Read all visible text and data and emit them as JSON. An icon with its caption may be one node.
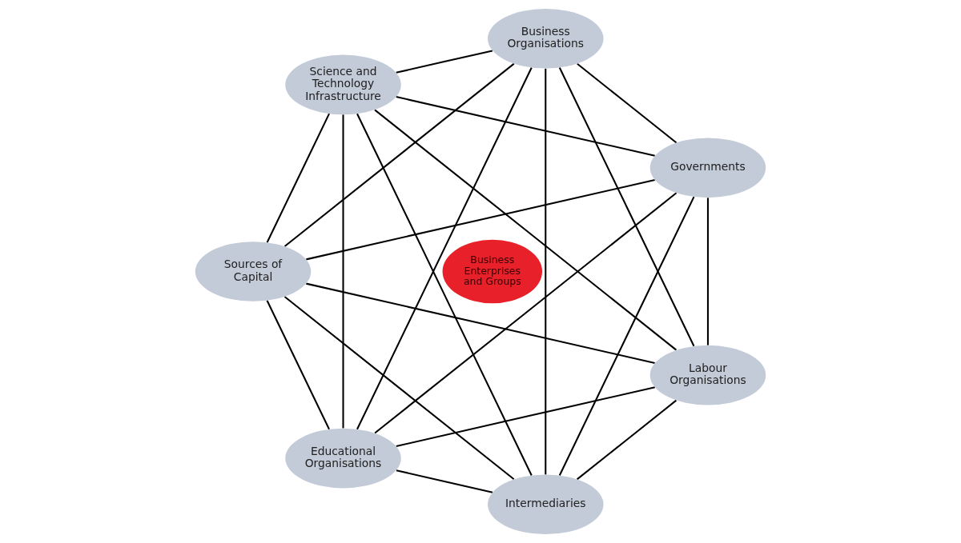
{
  "diagram": {
    "nodes": [
      {
        "text": [
          "Governments"
        ]
      },
      {
        "text": [
          "Business Organisations"
        ]
      },
      {
        "text": [
          "Science and Technology Infrastructure"
        ]
      },
      {
        "text": [
          "Sources of Capital"
        ]
      },
      {
        "text": [
          "Business Enterprises and Groups"
        ]
      },
      {
        "text": [
          "Educational Organisations"
        ]
      },
      {
        "text": [
          "Intermediaries"
        ]
      },
      {
        "text": [
          "Labour Organisations"
        ]
      }
    ],
    "edges": [
      {
        "from": 0,
        "to": 1,
        "arrow": "none"
      },
      {
        "from": 0,
        "to": 2,
        "arrow": "none"
      },
      {
        "from": 0,
        "to": 3,
        "arrow": "none"
      },
      {
        "from": 0,
        "to": 5,
        "arrow": "none"
      },
      {
        "from": 0,
        "to": 6,
        "arrow": "none"
      },
      {
        "from": 0,
        "to": 7,
        "arrow": "none"
      },
      {
        "from": 1,
        "to": 2,
        "arrow": "none"
      },
      {
        "from": 1,
        "to": 3,
        "arrow": "none"
      },
      {
        "from": 1,
        "to": 5,
        "arrow": "none"
      },
      {
        "from": 1,
        "to": 6,
        "arrow": "none"
      },
      {
        "from": 1,
        "to": 7,
        "arrow": "none"
      },
      {
        "from": 2,
        "to": 3,
        "arrow": "none"
      },
      {
        "from": 2,
        "to": 5,
        "arrow": "none"
      },
      {
        "from": 2,
        "to": 6,
        "arrow": "none"
      },
      {
        "from": 2,
        "to": 7,
        "arrow": "none"
      },
      {
        "from": 3,
        "to": 5,
        "arrow": "none"
      },
      {
        "from": 3,
        "to": 6,
        "arrow": "none"
      },
      {
        "from": 3,
        "to": 7,
        "arrow": "none"
      },
      {
        "from": 5,
        "to": 6,
        "arrow": "none"
      },
      {
        "from": 5,
        "to": 7,
        "arrow": "none"
      },
      {
        "from": 6,
        "to": 7,
        "arrow": "none"
      }
    ]
  }
}
